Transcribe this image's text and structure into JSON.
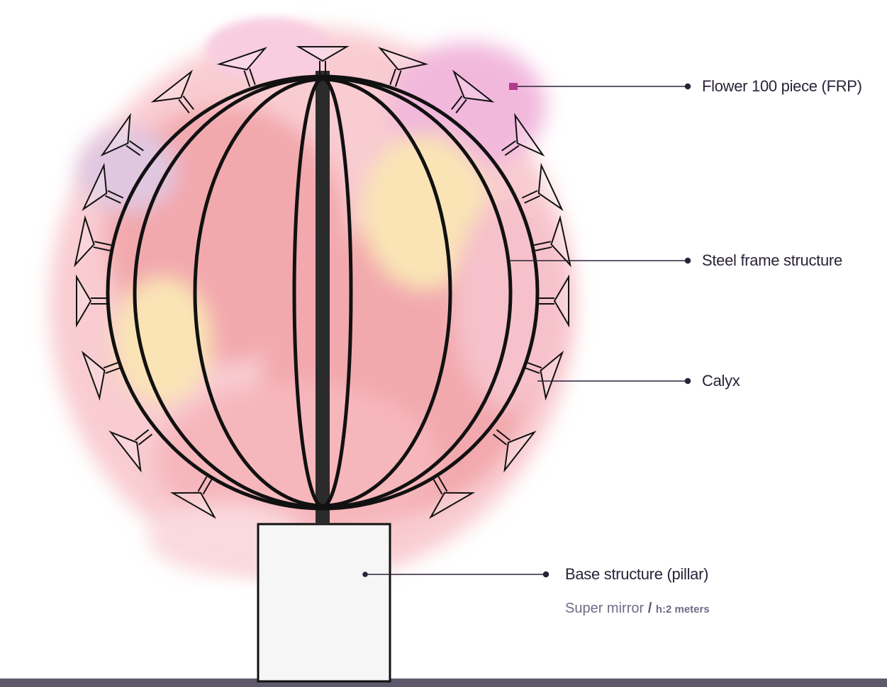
{
  "labels": {
    "flower": "Flower 100 piece (FRP)",
    "steel_frame": "Steel frame structure",
    "calyx": "Calyx",
    "base": "Base structure (pillar)",
    "base_sub_material": "Super mirror",
    "base_sub_sep": "/",
    "base_sub_height": "h:2 meters"
  },
  "colors": {
    "frame": "#111111",
    "leader": "#2a2238",
    "ground": "#5e5a6c",
    "flower_pink": "#f4a3ac",
    "flower_red": "#e8646c",
    "flower_magenta": "#e77fc0",
    "flower_yellow": "#f6cf7a"
  }
}
